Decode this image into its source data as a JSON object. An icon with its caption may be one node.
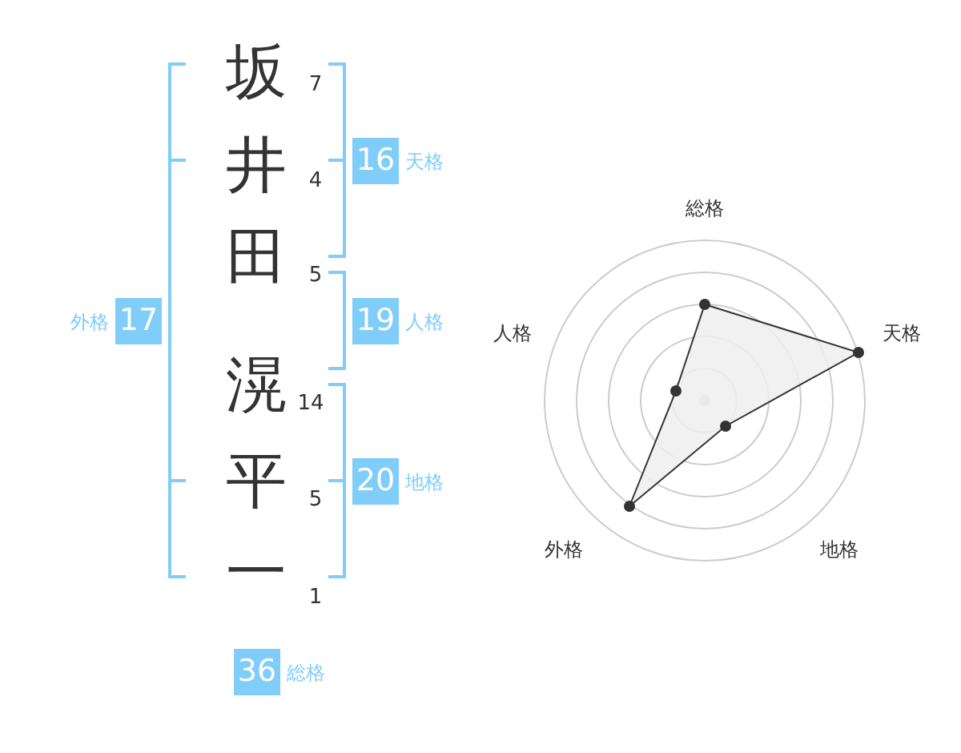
{
  "diagram": {
    "nodes": [
      {
        "text": [
          "16"
        ],
        "beside": [
          "天格"
        ]
      },
      {
        "text": [
          "17"
        ],
        "beside": [
          "外格"
        ]
      },
      {
        "text": [
          "19"
        ],
        "beside": [
          "人格"
        ]
      },
      {
        "text": [
          "20"
        ],
        "beside": [
          "地格"
        ]
      },
      {
        "text": [
          "36"
        ],
        "beside": [
          "総格"
        ]
      }
    ],
    "labels": [
      "坂",
      "7",
      "井",
      "4",
      "田",
      "5",
      "滉",
      "14",
      "平",
      "5",
      "一",
      "1",
      "総格",
      "人格",
      "天格",
      "外格",
      "地格"
    ]
  }
}
